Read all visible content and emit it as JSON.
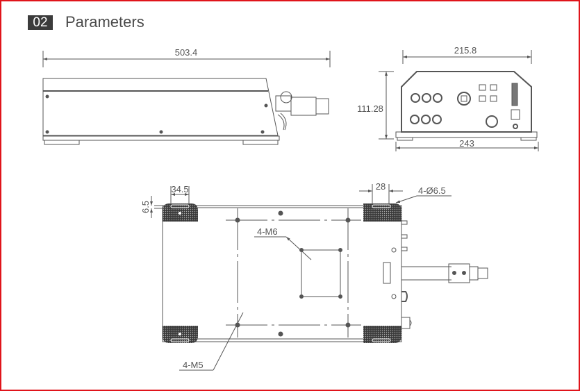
{
  "header": {
    "number": "02",
    "title": "Parameters"
  },
  "dimensions": {
    "side_length": "503.4",
    "front_width_top": "215.8",
    "front_height": "111.28",
    "front_width_base": "243",
    "pad_width": "34.5",
    "pad_offset": "6.5",
    "pad_slot": "28",
    "mount_holes": "4-Ø6.5",
    "thread_m6": "4-M6",
    "thread_m5": "4-M5"
  },
  "colors": {
    "border": "#e0141b",
    "badge": "#3b3b3b",
    "line": "#555555"
  }
}
